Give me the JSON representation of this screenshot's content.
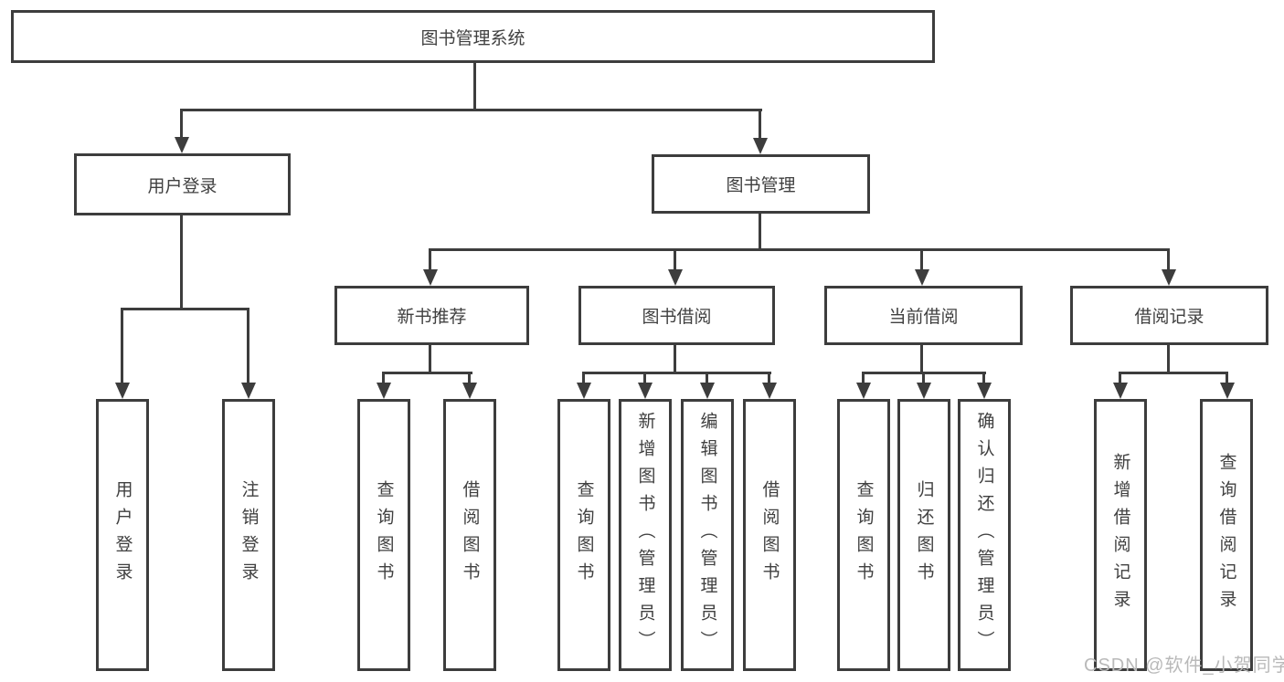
{
  "nodes": {
    "root": "图书管理系统",
    "userLogin": {
      "label": "用户登录",
      "children": [
        "用户登录",
        "注销登录"
      ]
    },
    "bookMgmt": {
      "label": "图书管理"
    },
    "sections": [
      {
        "label": "新书推荐",
        "children": [
          "查询图书",
          "借阅图书"
        ]
      },
      {
        "label": "图书借阅",
        "children": [
          "查询图书",
          "新增图书（管理员）",
          "编辑图书（管理员）",
          "借阅图书"
        ]
      },
      {
        "label": "当前借阅",
        "children": [
          "查询图书",
          "归还图书",
          "确认归还（管理员）"
        ]
      },
      {
        "label": "借阅记录",
        "children": [
          "新增借阅记录",
          "查询借阅记录"
        ]
      }
    ]
  },
  "watermark": "CSDN @软件_小贺同学",
  "colors": {
    "line": "#3d3d3d",
    "text": "#404040",
    "watermark": "#b9b9b9",
    "background": "#ffffff"
  }
}
